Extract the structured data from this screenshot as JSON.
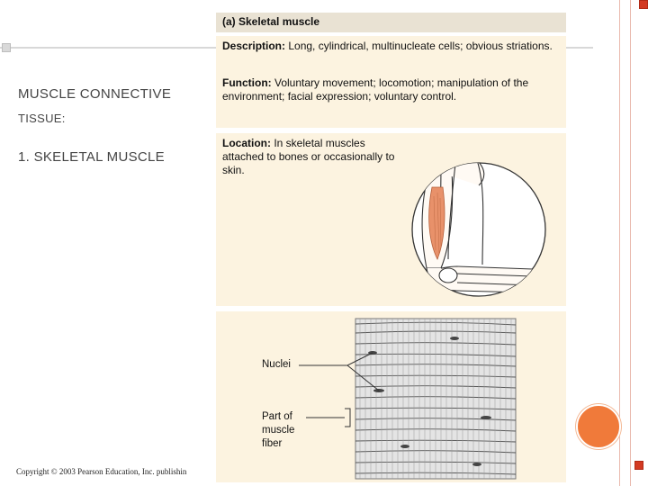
{
  "slide": {
    "title_line1": "MUSCLE CONNECTIVE",
    "title_line2": "TISSUE:",
    "title_line3": "1. SKELETAL MUSCLE",
    "copyright": "Copyright © 2003 Pearson Education, Inc. publishin"
  },
  "figure": {
    "header": "(a) Skeletal muscle",
    "description_label": "Description:",
    "description_text": " Long, cylindrical, multinucleate cells; obvious striations.",
    "function_label": "Function:",
    "function_text": " Voluntary movement; locomotion; manipulation of the environment; facial expression; voluntary control.",
    "location_label": "Location:",
    "location_text": " In skeletal muscles attached to bones or occasionally to skin.",
    "nuclei_label": "Nuclei",
    "fiber_label_1": "Part of",
    "fiber_label_2": "muscle",
    "fiber_label_3": "fiber"
  },
  "colors": {
    "accent_red": "#d33a22",
    "accent_orange": "#f07a3a",
    "panel_bg": "#fcf3e0",
    "muscle": "#e8916a"
  }
}
